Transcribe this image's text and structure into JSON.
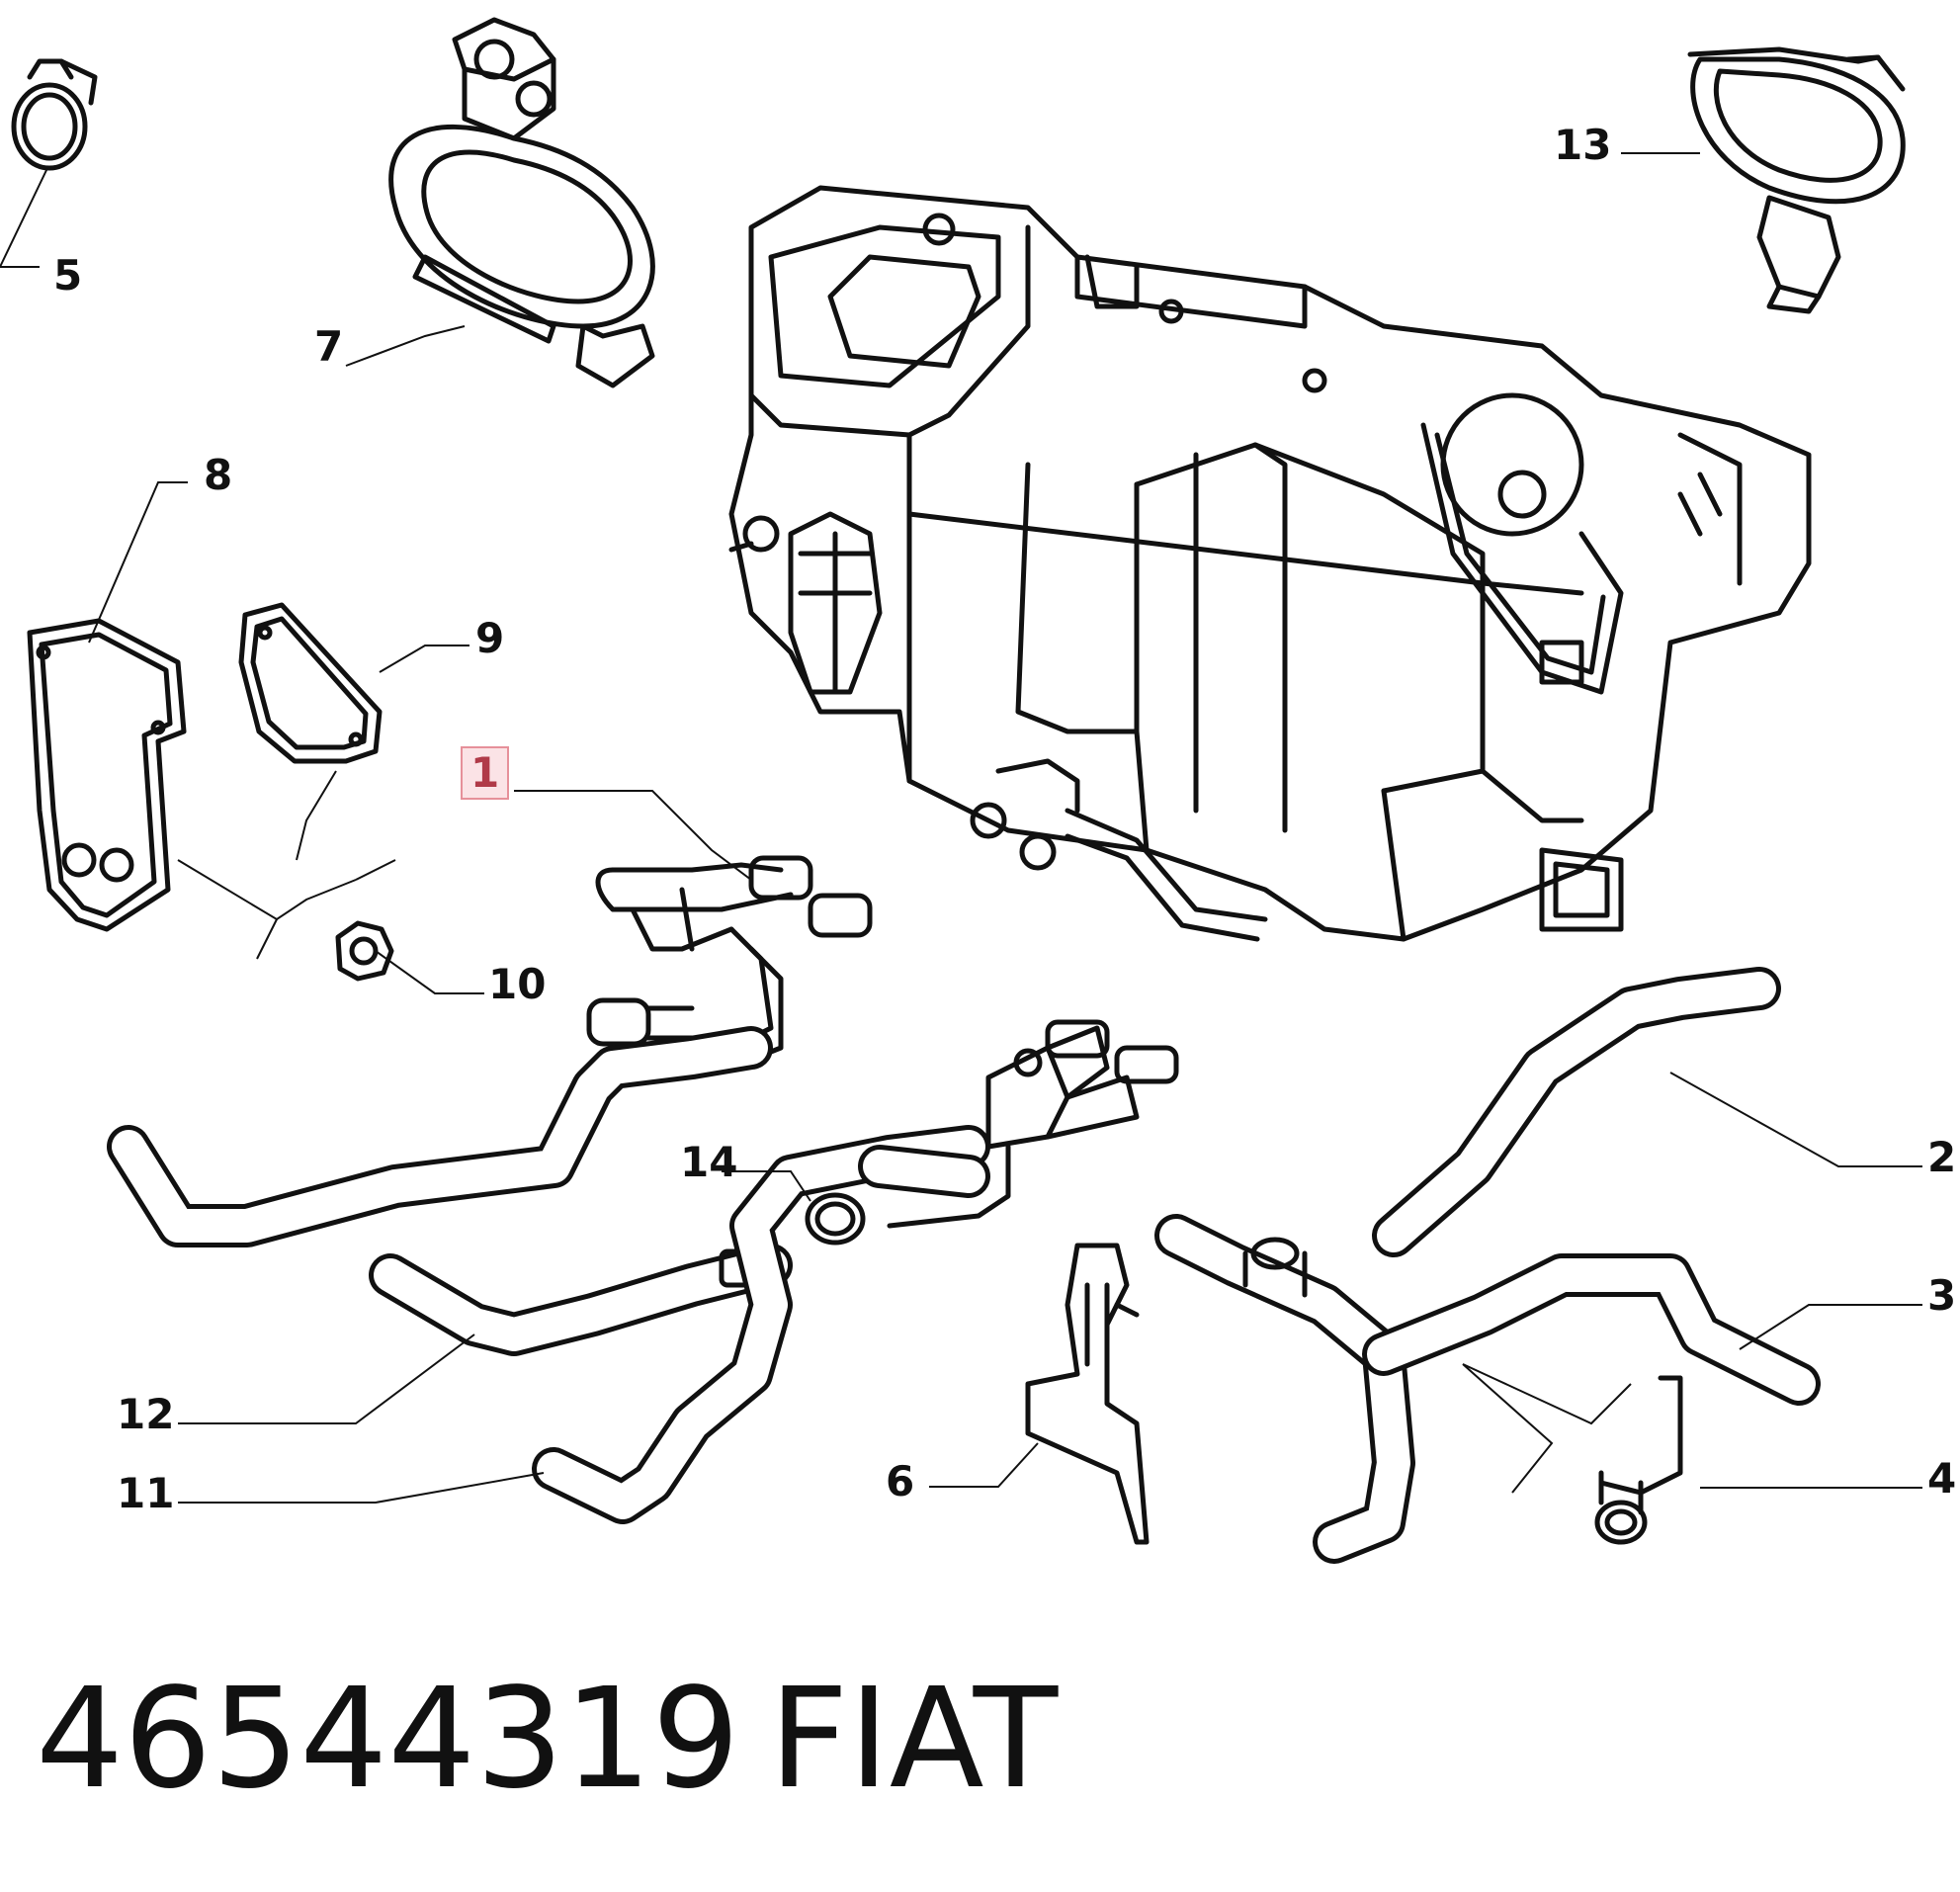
{
  "callouts": {
    "c1": "1",
    "c2": "2",
    "c3": "3",
    "c4": "4",
    "c5": "5",
    "c6": "6",
    "c7": "7",
    "c8": "8",
    "c9": "9",
    "c10": "10",
    "c11": "11",
    "c12": "12",
    "c13": "13",
    "c14": "14"
  },
  "highlighted_callout": "1",
  "caption": {
    "part_number": "46544319",
    "brand": "FIAT"
  },
  "colors": {
    "line": "#111111",
    "highlight_text": "#b03a48",
    "highlight_fill": "#fbe3e6",
    "highlight_border": "#e6909a"
  }
}
